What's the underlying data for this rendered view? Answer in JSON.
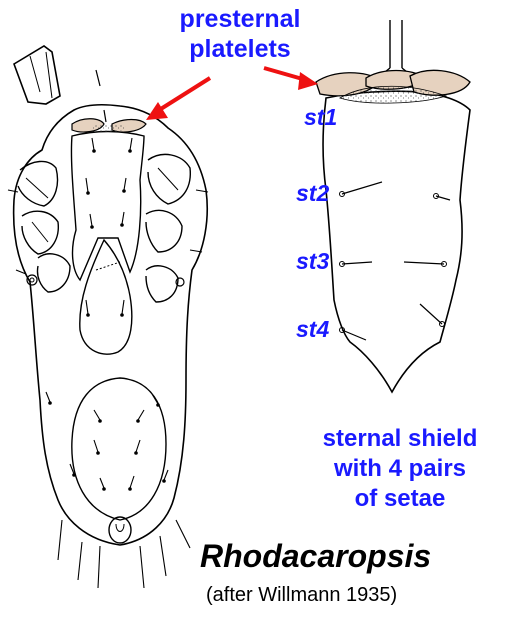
{
  "labels": {
    "presternal_line1": "presternal",
    "presternal_line2": "platelets",
    "st1": "st1",
    "st2": "st2",
    "st3": "st3",
    "st4": "st4",
    "shield_line1": "sternal shield",
    "shield_line2": "with 4 pairs",
    "shield_line3": "of setae",
    "genus": "Rhodacaropsis",
    "credit": "(after Willmann 1935)"
  },
  "colors": {
    "label_blue": "#1a1aff",
    "arrow_red": "#ee1111",
    "platelet_fill": "#e6d2bf",
    "outline": "#000000"
  }
}
